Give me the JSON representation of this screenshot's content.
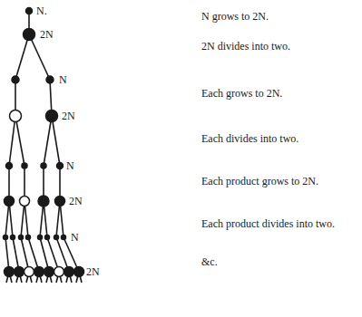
{
  "diagram": {
    "labels": [
      "N.",
      "N grows to 2N.",
      "2N",
      "2N divides into two.",
      "N",
      "Each grows to 2N.",
      "2N",
      "Each divides into two.",
      "N",
      "Each product grows to 2N.",
      "2N",
      "Each product divides into two.",
      "N",
      "&c.",
      "2N"
    ]
  }
}
